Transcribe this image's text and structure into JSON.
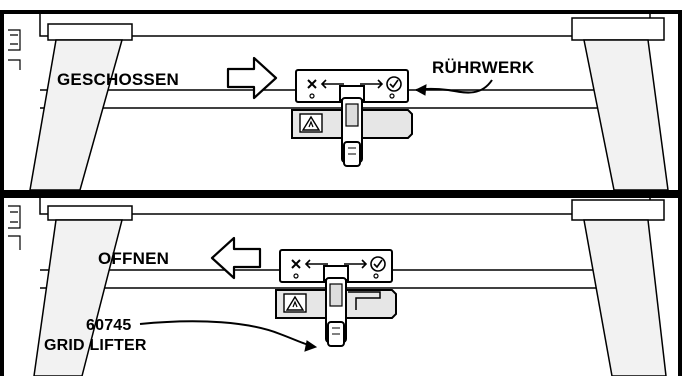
{
  "panels": {
    "top": {
      "state_label": "GESCHOSSEN",
      "part_label": "RÜHRWERK",
      "direction": "right"
    },
    "bottom": {
      "state_label": "OFFNEN",
      "part_number": "60745",
      "part_name": "GRID LIFTER",
      "direction": "left"
    }
  },
  "latch_symbols": [
    "x-mark-icon",
    "left-arrow-icon",
    "right-arrow-icon",
    "check-circle-icon"
  ],
  "warning_symbol": "hand-caution-icon",
  "colors": {
    "line": "#000000",
    "background": "#ffffff",
    "bracket_fill": "#e6e6e6",
    "leg_shade": "#f2f2f2"
  }
}
